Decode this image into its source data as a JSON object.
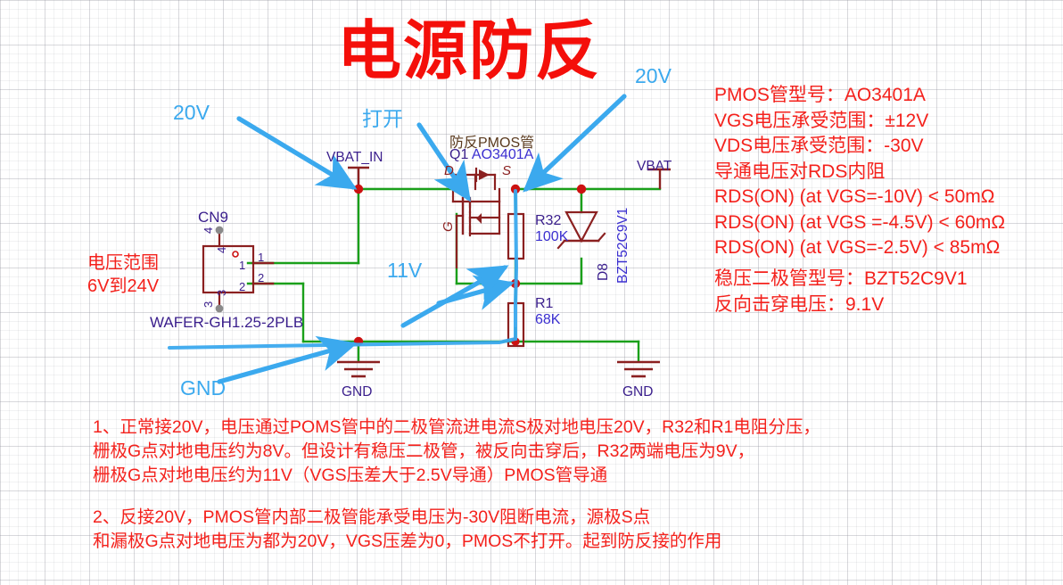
{
  "title": "电源防反",
  "specs": {
    "lines": [
      "PMOS管型号：AO3401A",
      "VGS电压承受范围：±12V",
      "VDS电压承受范围：-30V",
      "导通电压对RDS内阻",
      "RDS(ON) (at VGS=-10V) < 50mΩ",
      "RDS(ON) (at VGS =-4.5V) < 60mΩ",
      "RDS(ON) (at VGS=-2.5V) < 85mΩ"
    ]
  },
  "zener_specs": {
    "lines": [
      "稳压二极管型号：BZT52C9V1",
      "反向击穿电压：9.1V"
    ]
  },
  "notes": {
    "note1": [
      "1、正常接20V，电压通过POMS管中的二极管流进电流S极对地电压20V，R32和R1电阻分压，",
      "栅极G点对地电压约为8V。但设计有稳压二极管，被反向击穿后，R32两端电压为9V，",
      "栅极G点对地电压约为11V（VGS压差大于2.5V导通）PMOS管导通"
    ],
    "note2": [
      "2、反接20V，PMOS管内部二极管能承受电压为-30V阻断电流，源极S点",
      "和漏极G点对地电压为都为20V，VGS压差为0，PMOS不打开。起到防反接的作用"
    ]
  },
  "left_note": {
    "line1": "电压范围",
    "line2": "6V到24V"
  },
  "annotations": {
    "v20_left": "20V",
    "open": "打开",
    "v20_right": "20V",
    "v11": "11V",
    "gnd": "GND"
  },
  "net_labels": {
    "vbat_in": "VBAT_IN",
    "vbat": "VBAT",
    "gnd_left": "GND",
    "gnd_right": "GND"
  },
  "components": {
    "connector": {
      "refdes": "CN9",
      "footprint": "WAFER-GH1.25-2PLB",
      "pins": [
        "1",
        "2",
        "3",
        "4"
      ],
      "inner_pins": [
        "1",
        "2",
        "3",
        "4"
      ]
    },
    "mosfet": {
      "caption": "防反PMOS管",
      "refdes": "Q1",
      "part": "AO3401A",
      "terminal_d": "D",
      "terminal_s": "S",
      "terminal_g": "G"
    },
    "r32": {
      "refdes": "R32",
      "value": "100K"
    },
    "r1": {
      "refdes": "R1",
      "value": "68K"
    },
    "d8": {
      "refdes": "D8",
      "part": "BZT52C9V1"
    }
  },
  "colors": {
    "title_red": "#f40f0a",
    "text_red": "#f4211c",
    "wire_green": "#1aa01a",
    "component_red": "#8b2020",
    "net_blue": "#3a1e8c",
    "annotation_blue": "#3ba9ee",
    "junction_red": "#cc1111"
  }
}
